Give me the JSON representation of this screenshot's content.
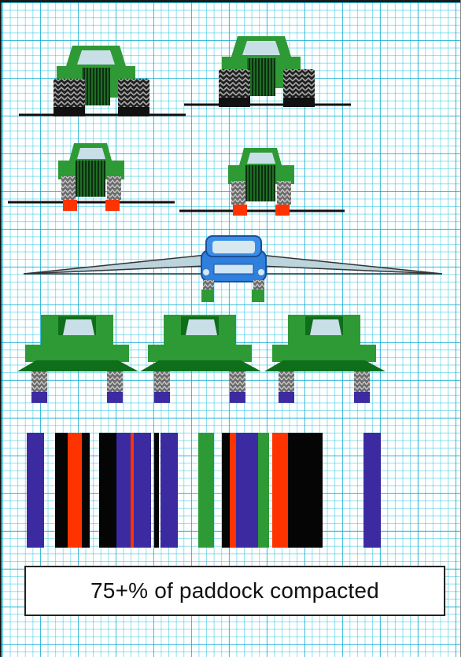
{
  "caption": "75+% of paddock compacted",
  "colors": {
    "tractor_green": "#2e9a36",
    "tractor_dark_green": "#0f6e1a",
    "cab_glass": "#c9dfe8",
    "tyre": "#202020",
    "tyre_tread": "#9a9a9a",
    "wheel_red": "#ff3300",
    "wheel_blue": "#3b2aa0",
    "sprayer_blue": "#3a8ee8",
    "boom": "#bcd4dc",
    "grid": "#00aadd"
  },
  "scenes": [
    {
      "name": "large-tractors-dual-wheels",
      "count": 2
    },
    {
      "name": "small-tractors-red-wheels",
      "count": 2
    },
    {
      "name": "self-propelled-sprayer",
      "count": 1
    },
    {
      "name": "harvesters-blue-wheels",
      "count": 3
    },
    {
      "name": "wheel-track-strips",
      "count": 1
    }
  ],
  "track_strips": [
    "blue",
    "black",
    "red",
    "black",
    "red",
    "blue",
    "black",
    "blue",
    "green",
    "black",
    "red",
    "blue",
    "green",
    "red",
    "black",
    "blue"
  ]
}
